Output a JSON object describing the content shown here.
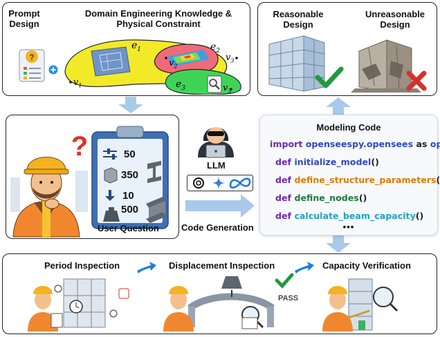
{
  "top_left": {
    "prompt_label": "Prompt\nDesign",
    "domain_label": "Domain Engineering Knowledge &\nPhysical Constraint",
    "nodes": {
      "e1": "e",
      "e1_sub": "1",
      "e2": "e",
      "e2_sub": "2",
      "e3": "e",
      "e3_sub": "3",
      "v1": "v",
      "v1_sub": "1",
      "v2": "v",
      "v2_sub": "2",
      "v3a": "v",
      "v3a_sub": "3",
      "v3b": "v",
      "v3b_sub": "3"
    }
  },
  "top_right": {
    "reasonable": "Reasonable\nDesign",
    "unreasonable": "Unreasonable\nDesign"
  },
  "middle_left": {
    "question_mark": "?",
    "items": [
      "50",
      "350",
      "10",
      "500"
    ],
    "caption": "User Question"
  },
  "middle": {
    "llm_label": "LLM",
    "arrow_label": "Code Generation"
  },
  "code_panel": {
    "title": "Modeling Code",
    "import_kw": "import",
    "import_module": "openseespy.opensees",
    "as_kw": "as",
    "alias": "ops",
    "def_kw": "def",
    "functions": [
      "initialize_model",
      "define_structure_parameters",
      "define_nodes",
      "calculate_beam_capacity"
    ],
    "parens": "()",
    "ellipsis": "•••"
  },
  "bottom": {
    "steps": [
      "Period Inspection",
      "Displacement Inspection",
      "Capacity Verification"
    ],
    "pass_label": "PASS"
  },
  "colors": {
    "arrow_blue": "#a9c9ea",
    "step_arrow": "#1f7fd8",
    "green_check": "#1f9a3b",
    "red_x": "#d8312b",
    "yellow_region": "#f2ea28",
    "green_region": "#3fd457",
    "red_region": "#f06a7a"
  }
}
